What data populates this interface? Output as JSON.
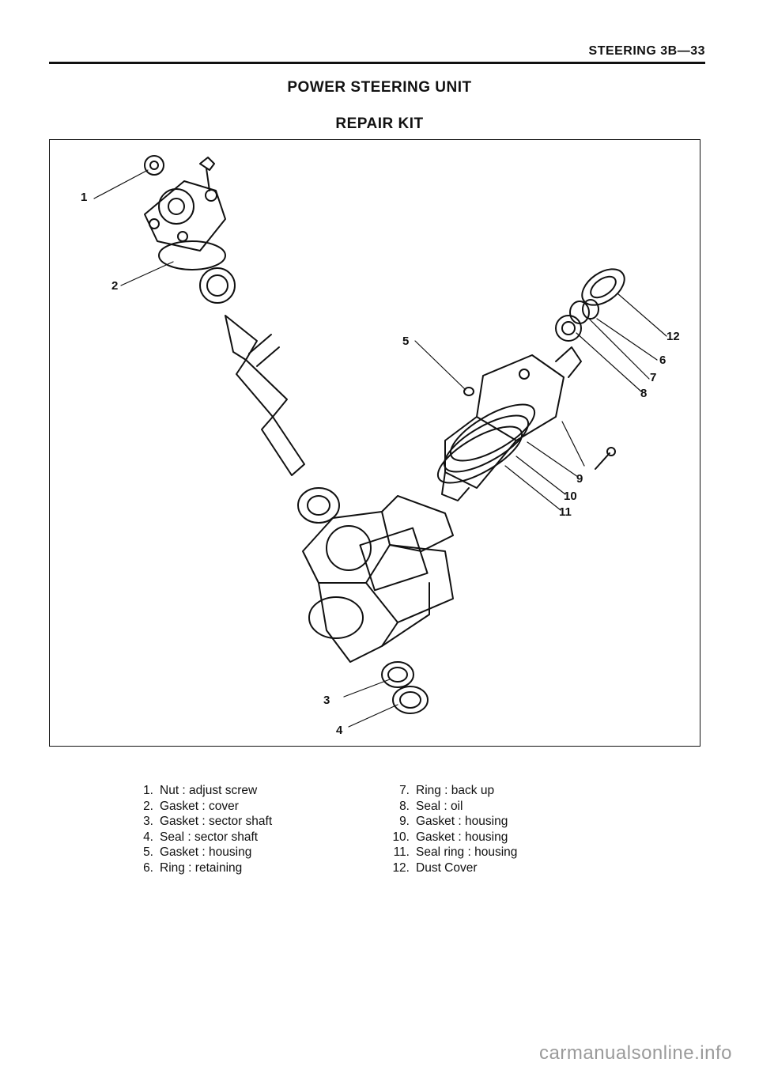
{
  "header": {
    "section": "STEERING 3B—33"
  },
  "title": {
    "line1": "POWER STEERING UNIT",
    "line2": "REPAIR KIT"
  },
  "callouts": [
    "1",
    "2",
    "3",
    "4",
    "5",
    "6",
    "7",
    "8",
    "9",
    "10",
    "11",
    "12"
  ],
  "legend": {
    "left": [
      {
        "num": "1.",
        "text": "Nut : adjust screw"
      },
      {
        "num": "2.",
        "text": "Gasket : cover"
      },
      {
        "num": "3.",
        "text": "Gasket : sector shaft"
      },
      {
        "num": "4.",
        "text": "Seal : sector shaft"
      },
      {
        "num": "5.",
        "text": "Gasket : housing"
      },
      {
        "num": "6.",
        "text": "Ring : retaining"
      }
    ],
    "right": [
      {
        "num": "7.",
        "text": "Ring : back up"
      },
      {
        "num": "8.",
        "text": "Seal : oil"
      },
      {
        "num": "9.",
        "text": "Gasket : housing"
      },
      {
        "num": "10.",
        "text": "Gasket : housing"
      },
      {
        "num": "11.",
        "text": "Seal ring : housing"
      },
      {
        "num": "12.",
        "text": "Dust Cover"
      }
    ]
  },
  "watermark": "carmanualsonline.info"
}
